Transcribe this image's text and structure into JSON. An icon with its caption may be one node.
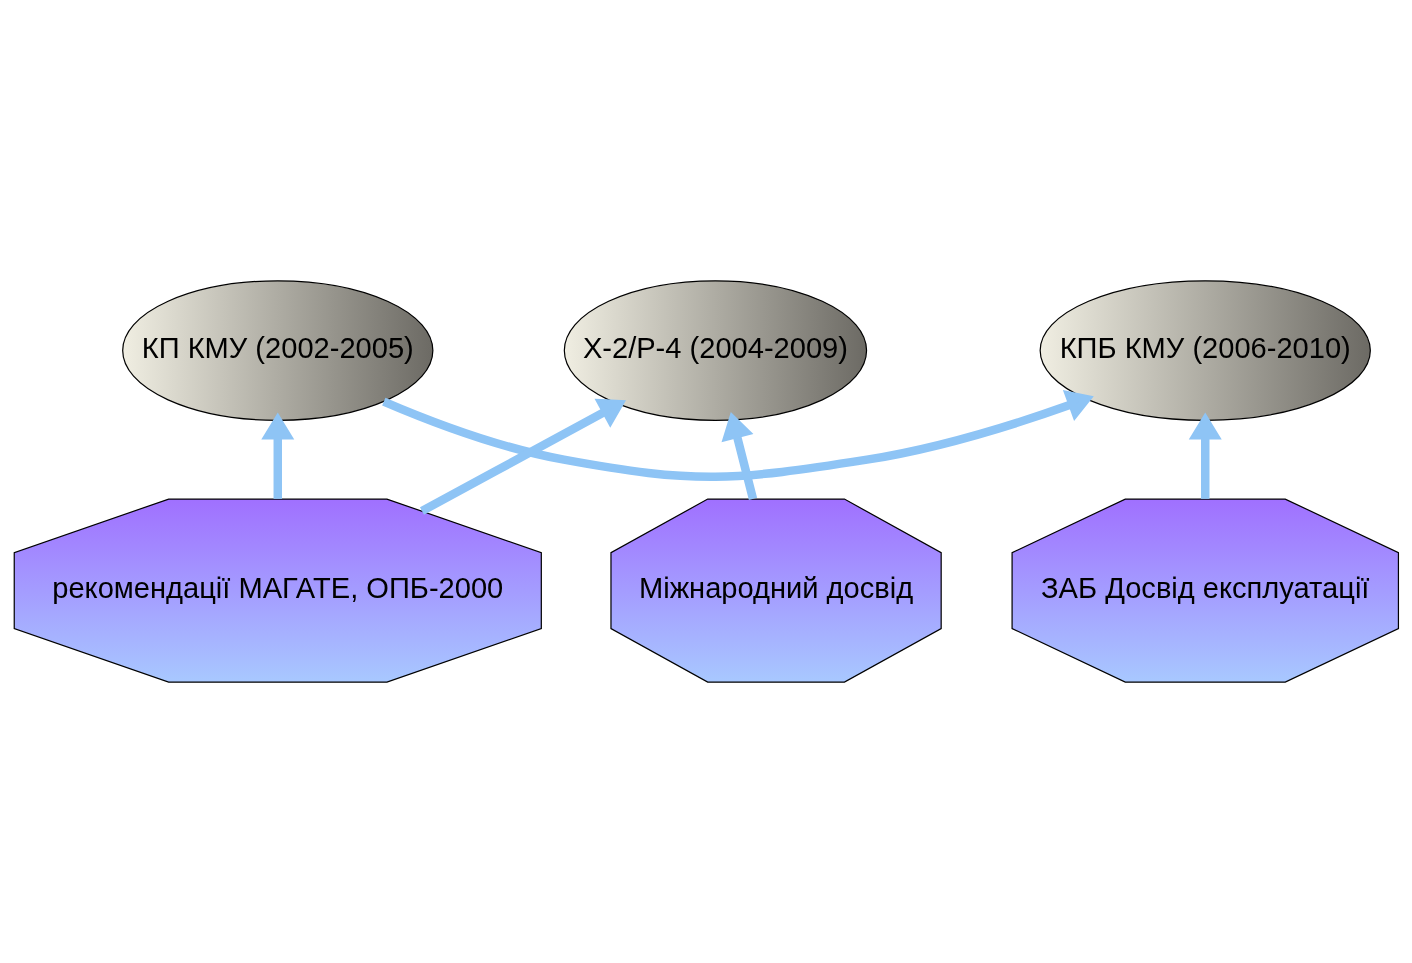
{
  "diagram": {
    "nodes": [
      {
        "text": [
          "КП КМУ (2002-2005)"
        ]
      },
      {
        "text": [
          "КПБ КМУ (2006-2010)"
        ]
      },
      {
        "text": [
          "Х-2/Р-4 (2004-2009)"
        ]
      },
      {
        "text": [
          "рекомендації МАГАТЕ, ОПБ-2000"
        ]
      },
      {
        "text": [
          "Міжнародний досвід"
        ]
      },
      {
        "text": [
          "ЗАБ Досвід експлуатації"
        ]
      }
    ],
    "edges": [
      {
        "from": 0,
        "to": 1,
        "arrow": "to"
      },
      {
        "from": 3,
        "to": 0,
        "arrow": "to"
      },
      {
        "from": 3,
        "to": 2,
        "arrow": "to"
      },
      {
        "from": 4,
        "to": 2,
        "arrow": "to"
      },
      {
        "from": 5,
        "to": 1,
        "arrow": "to"
      }
    ]
  }
}
